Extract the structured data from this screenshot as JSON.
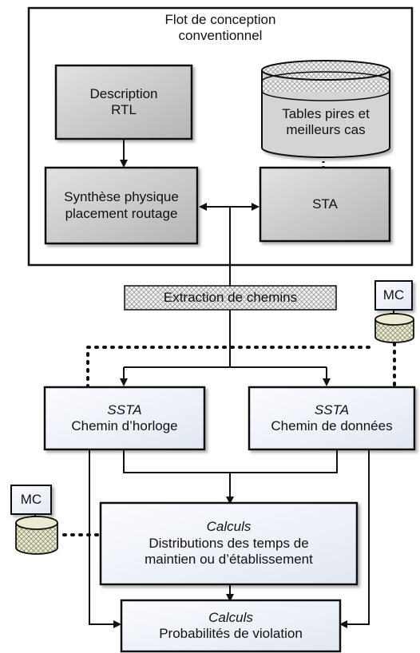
{
  "outer_frame": {
    "title_line1": "Flot de conception",
    "title_line2": "conventionnel"
  },
  "rtl_box": {
    "line1": "Description",
    "line2": "RTL"
  },
  "tables_db": {
    "line1": "Tables pires et",
    "line2": "meilleurs cas"
  },
  "synthesis_box": {
    "line1": "Synthèse physique",
    "line2": "placement routage"
  },
  "sta_box": {
    "label": "STA"
  },
  "extraction_box": {
    "label": "Extraction de chemins"
  },
  "mc_top": {
    "label": "MC"
  },
  "mc_left": {
    "label": "MC"
  },
  "ssta_clock": {
    "title": "SSTA",
    "label": "Chemin d’horloge"
  },
  "ssta_data": {
    "title": "SSTA",
    "label": "Chemin de données"
  },
  "calc_distributions": {
    "title": "Calculs",
    "line1": "Distributions des temps de",
    "line2": "maintien ou d’établissement"
  },
  "calc_probabilities": {
    "title": "Calculs",
    "label": "Probabilités de violation"
  },
  "colors": {
    "box_fill_dark": "#c7c7c7",
    "box_fill_light": "#eef2f8",
    "outline": "#111111",
    "hatch": "#bbbbbb",
    "db_fill": "#d4d4d4",
    "mc_db_fill": "#e6e4c8"
  }
}
